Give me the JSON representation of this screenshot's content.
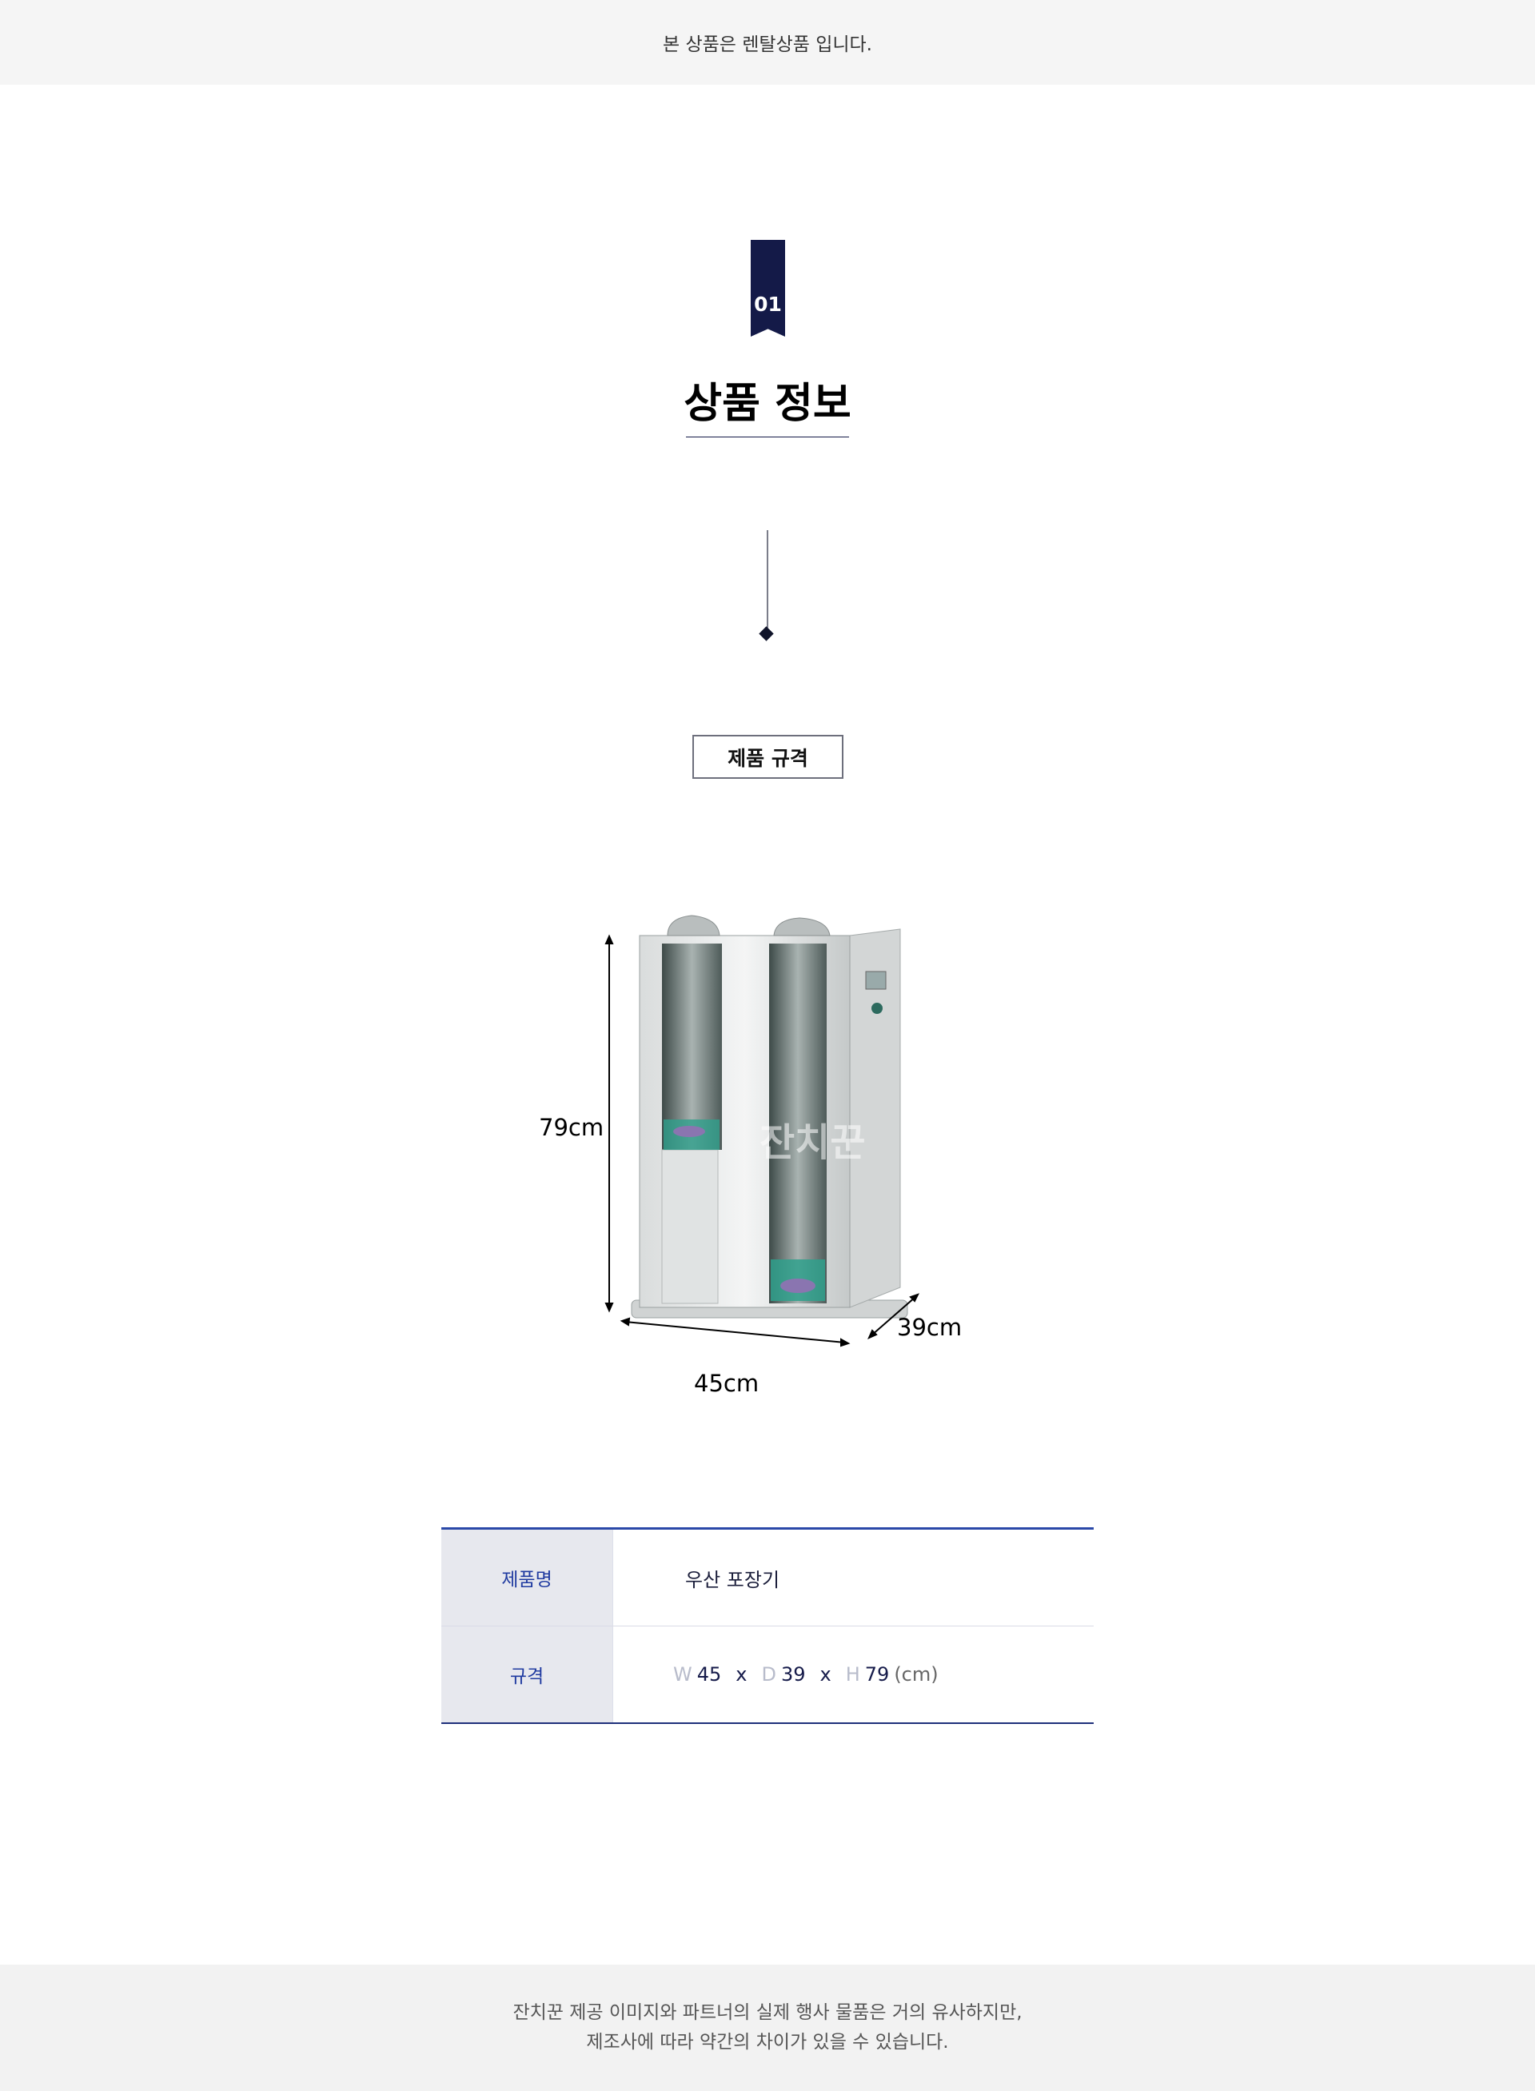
{
  "notice": "본 상품은 렌탈상품 입니다.",
  "section": {
    "number": "01",
    "title": "상품 정보"
  },
  "spec_heading": "제품 규격",
  "diagram": {
    "height_label": "79cm",
    "width_label": "45cm",
    "depth_label": "39cm",
    "watermark": "잔치꾼"
  },
  "table": {
    "rows": [
      {
        "label": "제품명",
        "value": "우산 포장기"
      },
      {
        "label": "규격",
        "dims": {
          "w_key": "W",
          "w": "45",
          "d_key": "D",
          "d": "39",
          "h_key": "H",
          "h": "79",
          "sep": "x",
          "unit": "(cm)"
        }
      }
    ]
  },
  "footer": {
    "line1": "잔치꾼 제공 이미지와 파트너의 실제 행사 물품은 거의 유사하지만,",
    "line2": "제조사에 따라 약간의 차이가 있을 수 있습니다."
  },
  "colors": {
    "navy": "#141a48",
    "table_accent": "#2a48a8"
  }
}
